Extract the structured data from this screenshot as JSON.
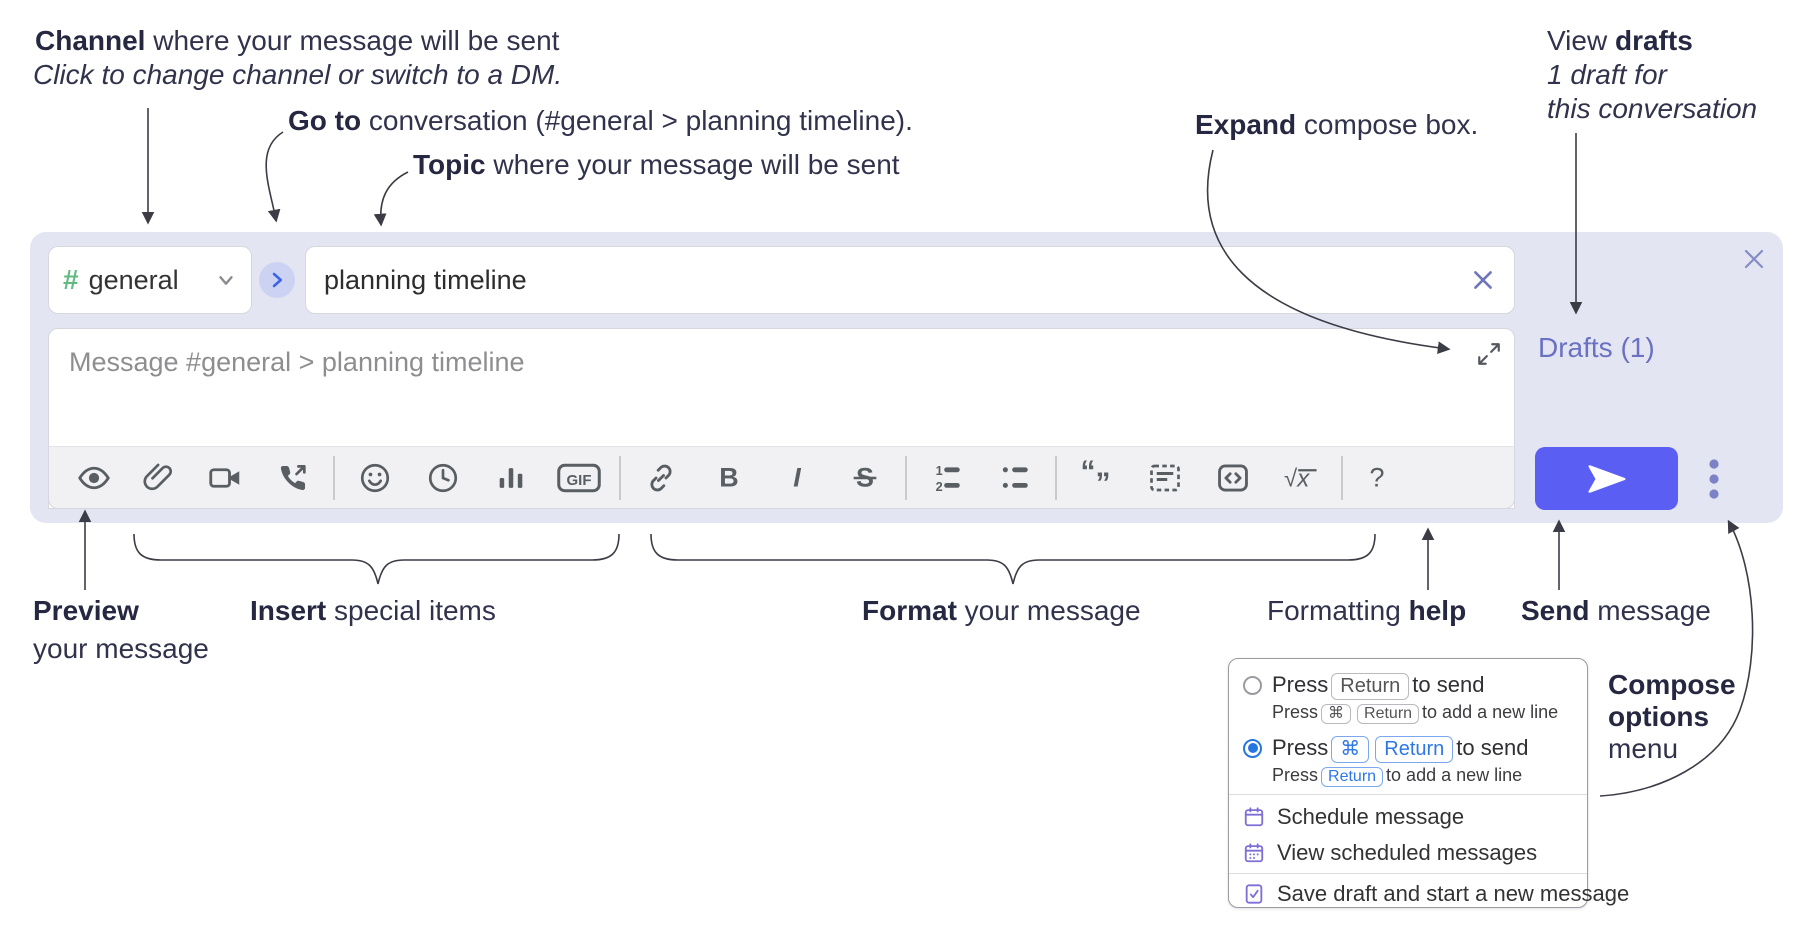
{
  "annotations": {
    "channel": {
      "bold": "Channel",
      "rest": " where your message will be sent",
      "sub": "Click to change channel or switch to a DM."
    },
    "goto": {
      "bold": "Go to",
      "rest": " conversation (#general > planning timeline)."
    },
    "topic": {
      "bold": "Topic",
      "rest": " where your message will be sent"
    },
    "expand": {
      "bold": "Expand",
      "rest": " compose box."
    },
    "view_drafts": {
      "pre": "View ",
      "bold": "drafts",
      "line2": "1 draft for",
      "line3": "this conversation"
    },
    "preview": {
      "bold": "Preview",
      "line2": "your message"
    },
    "insert": {
      "bold": "Insert",
      "rest": " special items"
    },
    "format": {
      "bold": "Format",
      "rest": " your message"
    },
    "help": {
      "pre": "Formatting ",
      "bold": "help"
    },
    "send": {
      "bold": "Send",
      "rest": " message"
    },
    "compose_options": {
      "line1": "Compose",
      "line2": "options",
      "line3": "menu"
    }
  },
  "composer": {
    "channel_selector": {
      "hash": "#",
      "label": "general"
    },
    "topic_input": {
      "value": "planning timeline"
    },
    "message_input": {
      "placeholder": "Message #general > planning timeline"
    },
    "drafts_link": "Drafts (1)",
    "toolbar": {
      "gif": "GIF",
      "bold": "B",
      "italic": "I",
      "strike": "S",
      "ol1": "1",
      "ol2": "2",
      "math": "√x",
      "help": "?"
    }
  },
  "popup": {
    "option1": {
      "press": "Press",
      "key1": "Return",
      "suffix": "to send",
      "sub_press": "Press",
      "sub_key1": "⌘",
      "sub_key2": "Return",
      "sub_suffix": "to add a new line"
    },
    "option2": {
      "press": "Press",
      "key1": "⌘",
      "key2": "Return",
      "suffix": "to send",
      "sub_press": "Press",
      "sub_key1": "Return",
      "sub_suffix": "to add a new line"
    },
    "items": [
      "Schedule message",
      "View scheduled messages",
      "Save draft and start a new message"
    ]
  },
  "colors": {
    "composer_bg": "#e3e5f2",
    "send_button": "#5a5ef2",
    "drafts_link": "#6a70c2",
    "hash_green": "#62ba83",
    "goto_circle_bg": "#ccd3f2",
    "goto_chevron": "#3b63e8",
    "kbd_blue": "#2e77e5",
    "radio_selected": "#2776e0",
    "popup_icon_purple": "#7d6fd6",
    "annotation_text": "#31324b",
    "toolbar_icon": "#595e63"
  }
}
